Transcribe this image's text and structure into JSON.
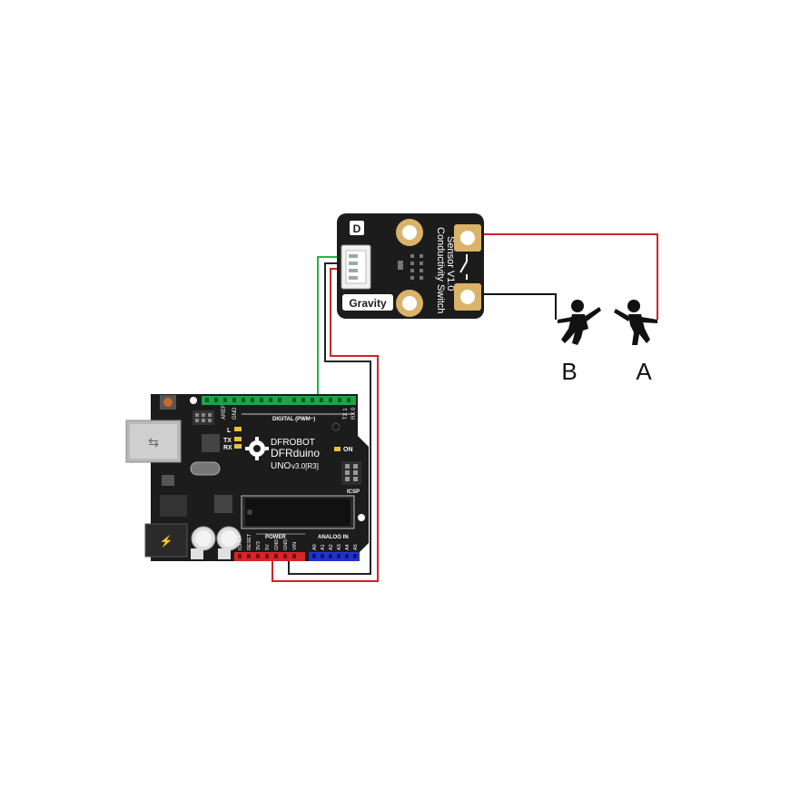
{
  "sensor": {
    "title_line1": "Conductivity Switch",
    "title_line2": "Sensor V1.0",
    "brand_label": "Gravity",
    "logo_letter": "D"
  },
  "board": {
    "brand": "DFROBOT",
    "model": "DFRduino",
    "version": "UNO",
    "version_detail": "v3.0[R3]",
    "digital_header": "DIGITAL (PWM~)",
    "aref": "AREF",
    "gnd": "GND",
    "led_l": "L",
    "led_tx": "TX",
    "led_rx": "RX",
    "on_label": "ON",
    "icsp_label": "ICSP",
    "power_header": "POWER",
    "analog_header": "ANALOG IN",
    "power_pins": [
      "IOREF",
      "RESET",
      "3V3",
      "5V",
      "GND",
      "GND",
      "VIN"
    ],
    "analog_pins": [
      "A0",
      "A1",
      "A2",
      "A3",
      "A4",
      "A5"
    ],
    "tx_pin": "TX 1",
    "rx_pin": "RX 0"
  },
  "people": {
    "label_b": "B",
    "label_a": "A"
  },
  "colors": {
    "board_black": "#1c1c1c",
    "header_green": "#1fa34a",
    "header_red": "#d7262a",
    "header_blue": "#2233cc",
    "wire_red": "#d0222a",
    "wire_green": "#22b34a",
    "wire_black": "#111111",
    "pad_gold": "#d9b36a"
  }
}
